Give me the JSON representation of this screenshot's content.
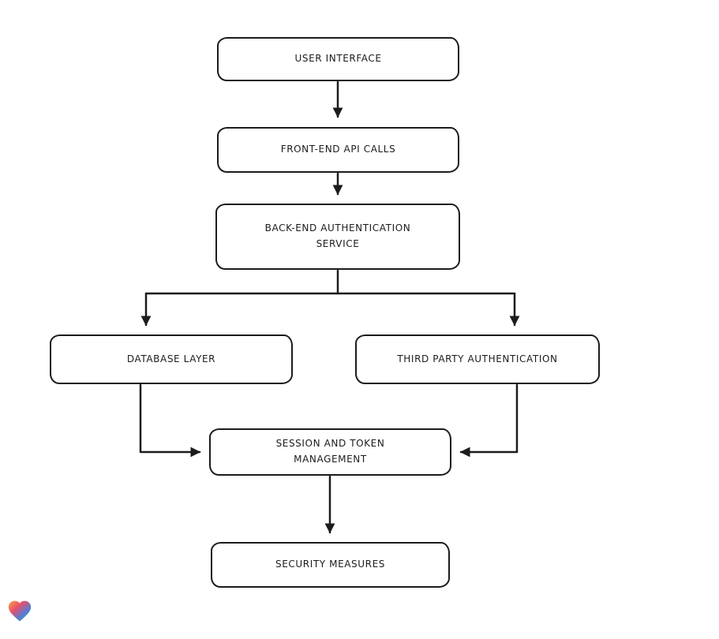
{
  "diagram": {
    "nodes": [
      {
        "id": "user-interface",
        "label": "USER INTERFACE"
      },
      {
        "id": "front-end-api-calls",
        "label": "FRONT-END API CALLS"
      },
      {
        "id": "back-end-authentication-service",
        "label": "BACK-END AUTHENTICATION SERVICE"
      },
      {
        "id": "database-layer",
        "label": "DATABASE LAYER"
      },
      {
        "id": "third-party-authentication",
        "label": "THIRD PARTY AUTHENTICATION"
      },
      {
        "id": "session-and-token-management",
        "label": "SESSION AND TOKEN MANAGEMENT"
      },
      {
        "id": "security-measures",
        "label": "SECURITY MEASURES"
      }
    ],
    "edges": [
      {
        "from": "user-interface",
        "to": "front-end-api-calls"
      },
      {
        "from": "front-end-api-calls",
        "to": "back-end-authentication-service"
      },
      {
        "from": "back-end-authentication-service",
        "to": "database-layer"
      },
      {
        "from": "back-end-authentication-service",
        "to": "third-party-authentication"
      },
      {
        "from": "database-layer",
        "to": "session-and-token-management"
      },
      {
        "from": "third-party-authentication",
        "to": "session-and-token-management"
      },
      {
        "from": "session-and-token-management",
        "to": "security-measures"
      }
    ],
    "style": {
      "stroke_color": "#1c1c1c",
      "node_fill": "#ffffff",
      "background": "#ffffff"
    }
  },
  "watermark": {
    "icon": "heart-icon",
    "colors": [
      "#f7a83c",
      "#e8506e",
      "#4f7fd9",
      "#37b34a"
    ]
  }
}
